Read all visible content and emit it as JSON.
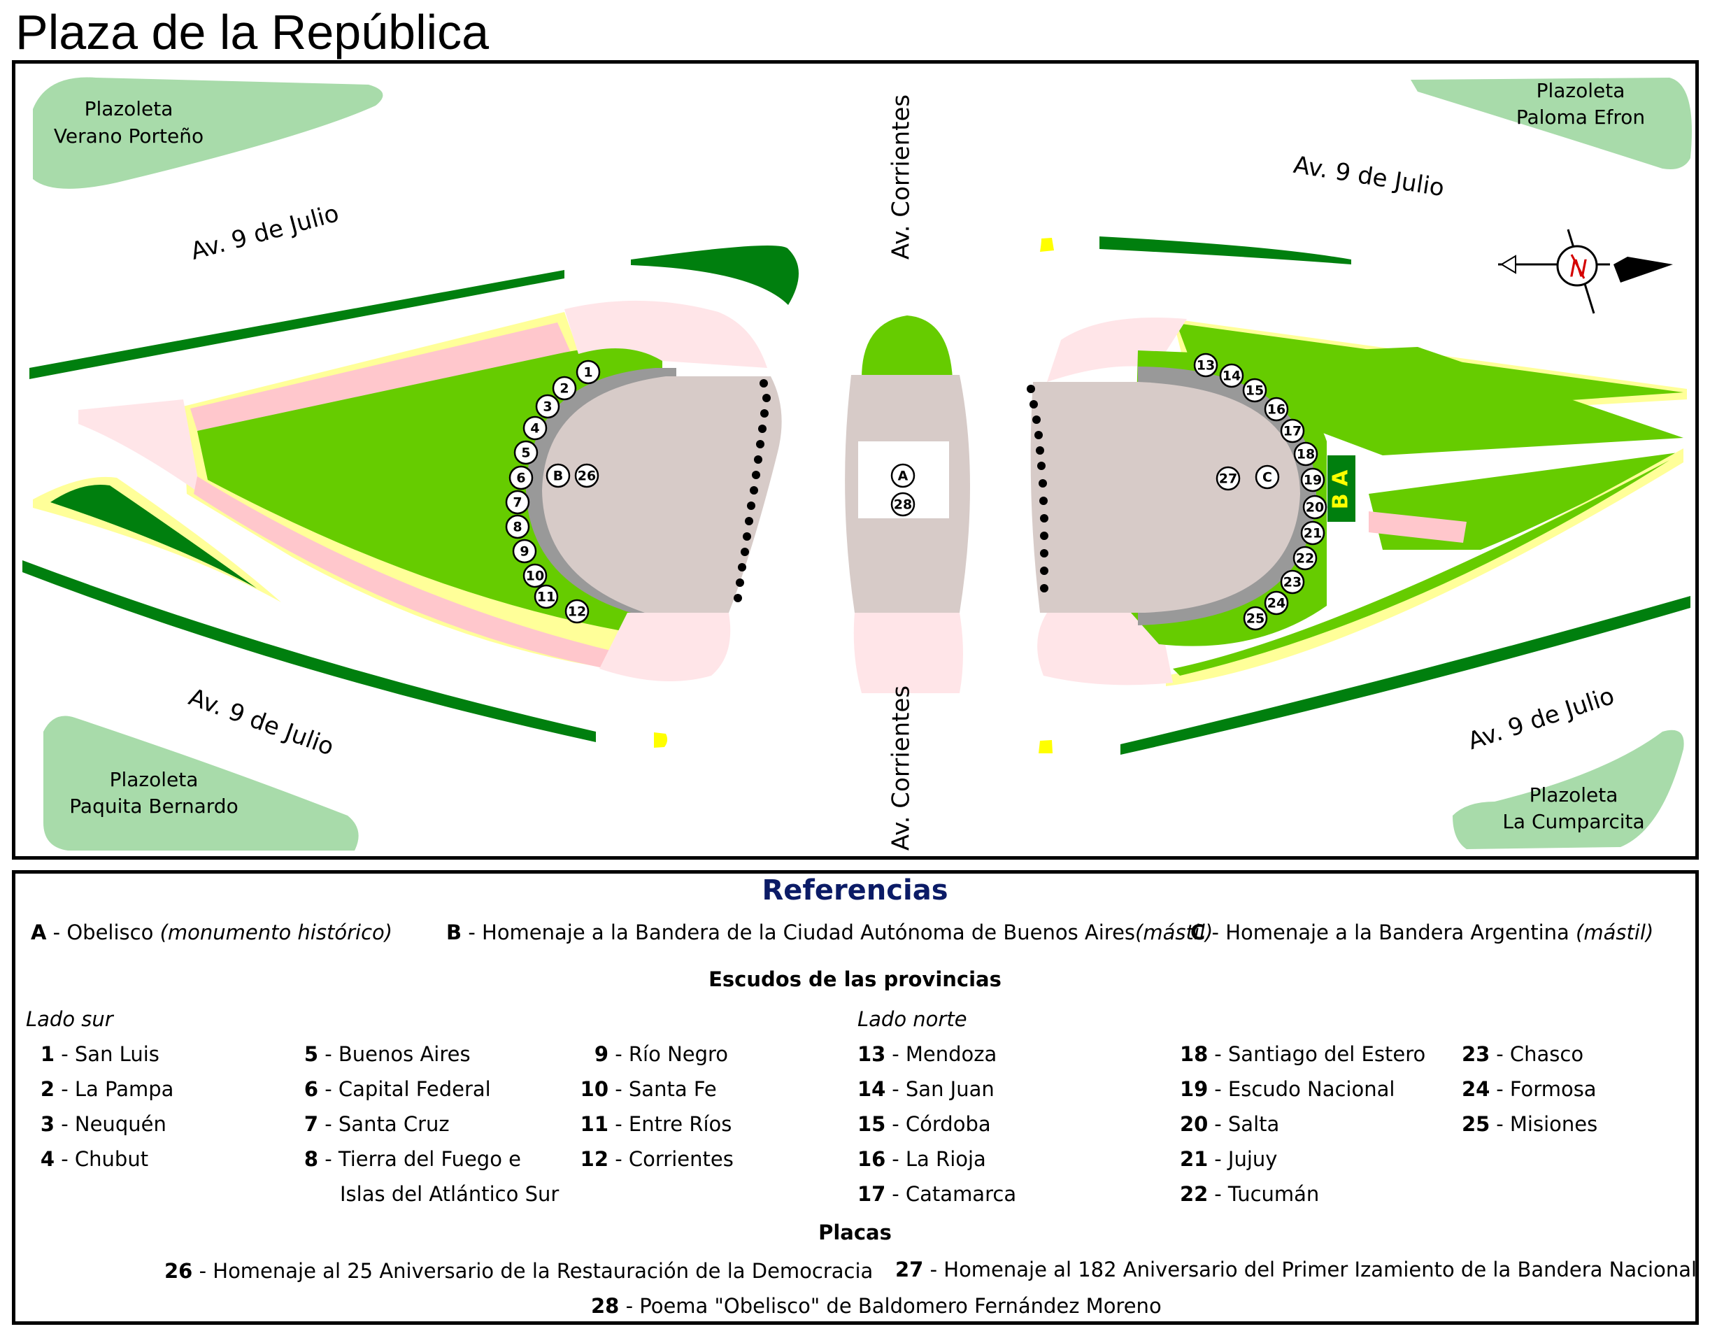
{
  "title": "Plaza de la República",
  "map": {
    "plazoletas": [
      {
        "line1": "Plazoleta",
        "line2": "Verano Porteño"
      },
      {
        "line1": "Plazoleta",
        "line2": "Paloma Efron"
      },
      {
        "line1": "Plazoleta",
        "line2": "Paquita Bernardo"
      },
      {
        "line1": "Plazoleta",
        "line2": "La Cumparcita"
      }
    ],
    "streets": {
      "corrientes_north": "Av. Corrientes",
      "corrientes_south": "Av. Corrientes",
      "julio_nw": "Av. 9 de Julio",
      "julio_ne": "Av. 9 de Julio",
      "julio_sw": "Av. 9 de Julio",
      "julio_se": "Av. 9 de Julio"
    },
    "compass_letter": "N",
    "flag_box_label": "B A",
    "markers_west": [
      "1",
      "2",
      "3",
      "4",
      "5",
      "6",
      "7",
      "8",
      "9",
      "10",
      "11",
      "12"
    ],
    "markers_east": [
      "13",
      "14",
      "15",
      "16",
      "17",
      "18",
      "19",
      "20",
      "21",
      "22",
      "23",
      "24",
      "25"
    ],
    "marker_B": "B",
    "marker_26": "26",
    "marker_C": "C",
    "marker_27": "27",
    "marker_A": "A",
    "marker_28": "28",
    "colors": {
      "bright_green": "#66cc00",
      "dark_green": "#007f0e",
      "pale_green": "#a8dbaa",
      "pink": "#ffe5e8",
      "pink_path": "#ffc7cc",
      "yellow_edge": "#ffff99",
      "yellow_mark": "#ffff00",
      "plaza_gray": "#d7cbc8",
      "ring_gray": "#999999",
      "legend_title": "#0b1b66"
    }
  },
  "legend": {
    "title": "Referencias",
    "main": [
      {
        "key": "A",
        "text": " - Obelisco ",
        "note": "(monumento histórico)"
      },
      {
        "key": "B",
        "text": " - Homenaje a la Bandera de la Ciudad Autónoma de Buenos Aires",
        "note": "(mástil)"
      },
      {
        "key": "C",
        "text": " - Homenaje a la Bandera Argentina ",
        "note": "(mástil)"
      }
    ],
    "escudos_title": "Escudos de las provincias",
    "lado_sur": "Lado sur",
    "lado_norte": "Lado norte",
    "sur": [
      {
        "num": "1",
        "name": " - San Luis"
      },
      {
        "num": "2",
        "name": " - La Pampa"
      },
      {
        "num": "3",
        "name": " - Neuquén"
      },
      {
        "num": "4",
        "name": " - Chubut"
      },
      {
        "num": "5",
        "name": " - Buenos Aires"
      },
      {
        "num": "6",
        "name": " - Capital Federal"
      },
      {
        "num": "7",
        "name": " - Santa Cruz"
      },
      {
        "num": "8",
        "name": " - Tierra del Fuego e"
      },
      {
        "num": "9",
        "name": " - Río Negro"
      },
      {
        "num": "10",
        "name": " - Santa Fe"
      },
      {
        "num": "11",
        "name": " - Entre Ríos"
      },
      {
        "num": "12",
        "name": " - Corrientes"
      }
    ],
    "sur_8_cont": "Islas del Atlántico Sur",
    "norte": [
      {
        "num": "13",
        "name": " - Mendoza"
      },
      {
        "num": "14",
        "name": " - San Juan"
      },
      {
        "num": "15",
        "name": " - Córdoba"
      },
      {
        "num": "16",
        "name": " - La Rioja"
      },
      {
        "num": "17",
        "name": " - Catamarca"
      },
      {
        "num": "18",
        "name": " - Santiago del Estero"
      },
      {
        "num": "19",
        "name": " - Escudo Nacional"
      },
      {
        "num": "20",
        "name": " - Salta"
      },
      {
        "num": "21",
        "name": " - Jujuy"
      },
      {
        "num": "22",
        "name": " - Tucumán"
      },
      {
        "num": "23",
        "name": " - Chasco"
      },
      {
        "num": "24",
        "name": " - Formosa"
      },
      {
        "num": "25",
        "name": " - Misiones"
      }
    ],
    "placas_title": "Placas",
    "placas": [
      {
        "num": "26",
        "name": " - Homenaje al 25 Aniversario de la Restauración de la Democracia"
      },
      {
        "num": "27",
        "name": " - Homenaje al 182 Aniversario del Primer Izamiento de la Bandera Nacional"
      },
      {
        "num": "28",
        "name": " - Poema \"Obelisco\" de Baldomero Fernández Moreno"
      }
    ]
  }
}
